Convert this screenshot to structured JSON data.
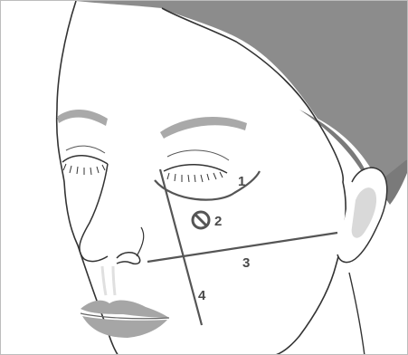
{
  "diagram": {
    "labels": [
      {
        "id": "1",
        "text": "1"
      },
      {
        "id": "2",
        "text": "2"
      },
      {
        "id": "3",
        "text": "3"
      },
      {
        "id": "4",
        "text": "4"
      }
    ],
    "colors": {
      "hair": "#8c8c8c",
      "skin_line": "#333333",
      "brow": "#a9a9a9",
      "lips": "#a6a6a6",
      "line": "#555555",
      "ear_shade": "#d9d9d9"
    }
  }
}
